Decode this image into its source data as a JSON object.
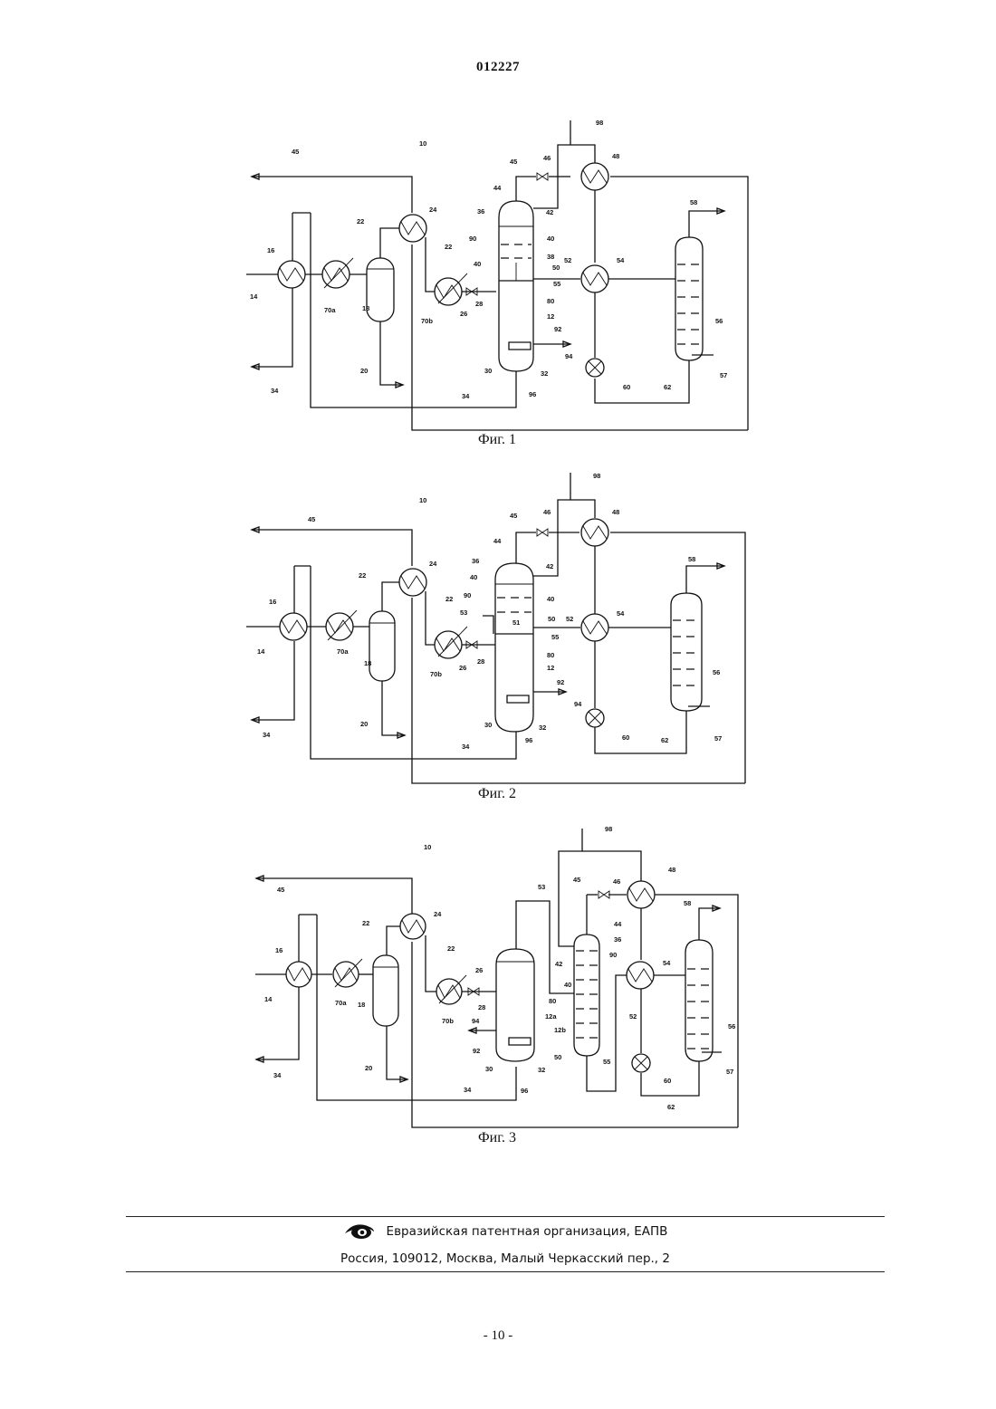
{
  "header": {
    "doc_number": "012227"
  },
  "figures": [
    {
      "caption": "Фиг. 1",
      "labels": [
        "10",
        "45",
        "45",
        "46",
        "48",
        "98",
        "44",
        "36",
        "42",
        "22",
        "24",
        "22",
        "16",
        "14",
        "70a",
        "18",
        "20",
        "34",
        "34",
        "96",
        "90",
        "40",
        "40",
        "38",
        "50",
        "52",
        "54",
        "58",
        "55",
        "70b",
        "26",
        "28",
        "80",
        "12",
        "92",
        "94",
        "30",
        "32",
        "56",
        "57",
        "60",
        "62"
      ]
    },
    {
      "caption": "Фиг. 2",
      "labels": [
        "10",
        "45",
        "45",
        "46",
        "48",
        "98",
        "44",
        "36",
        "42",
        "22",
        "24",
        "22",
        "16",
        "14",
        "70a",
        "18",
        "20",
        "34",
        "34",
        "96",
        "40",
        "90",
        "40",
        "53",
        "51",
        "50",
        "52",
        "54",
        "58",
        "55",
        "70b",
        "26",
        "28",
        "80",
        "12",
        "92",
        "94",
        "30",
        "32",
        "56",
        "57",
        "60",
        "62"
      ]
    },
    {
      "caption": "Фиг. 3",
      "labels": [
        "10",
        "45",
        "45",
        "46",
        "48",
        "98",
        "53",
        "44",
        "36",
        "90",
        "42",
        "40",
        "22",
        "24",
        "22",
        "16",
        "14",
        "70a",
        "18",
        "20",
        "34",
        "34",
        "96",
        "26",
        "28",
        "70b",
        "80",
        "12a",
        "94",
        "92",
        "30",
        "32",
        "12b",
        "50",
        "55",
        "52",
        "54",
        "58",
        "56",
        "57",
        "60",
        "62"
      ]
    }
  ],
  "footer": {
    "organization": "Евразийская патентная организация, ЕАПВ",
    "address": "Россия, 109012, Москва, Малый Черкасский пер., 2"
  },
  "page_number": "- 10 -"
}
